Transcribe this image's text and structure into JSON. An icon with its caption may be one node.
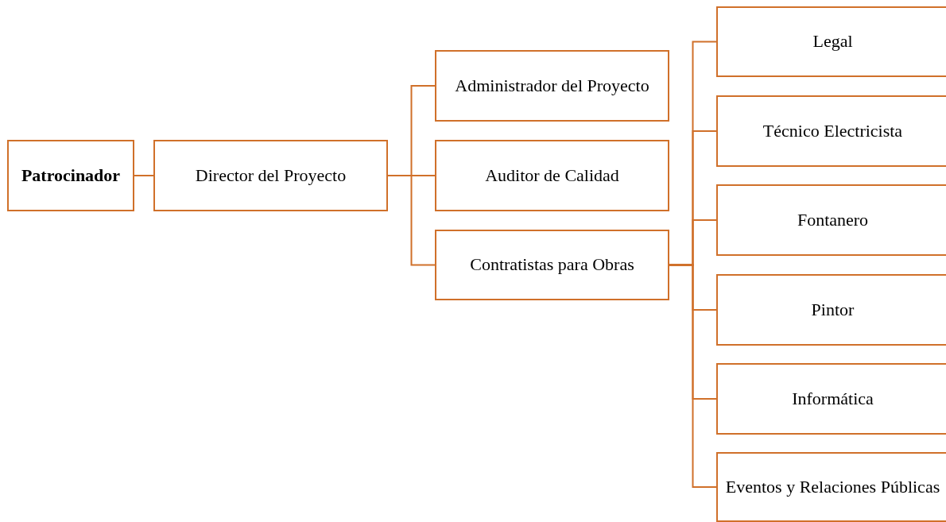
{
  "diagram": {
    "nodes": [
      {
        "text": [
          "Patrocinador"
        ]
      },
      {
        "text": [
          "Director del Proyecto"
        ]
      },
      {
        "text": [
          "Administrador del Proyecto"
        ]
      },
      {
        "text": [
          "Auditor de Calidad"
        ]
      },
      {
        "text": [
          "Contratistas para Obras"
        ]
      },
      {
        "text": [
          "Legal"
        ]
      },
      {
        "text": [
          "Técnico Electricista"
        ]
      },
      {
        "text": [
          "Fontanero"
        ]
      },
      {
        "text": [
          "Pintor"
        ]
      },
      {
        "text": [
          "Informática"
        ]
      },
      {
        "text": [
          "Eventos y Relaciones Públicas"
        ]
      }
    ],
    "edges": [
      {
        "from": 0,
        "to": 1,
        "arrow": "none"
      },
      {
        "from": 1,
        "to": 2,
        "arrow": "none"
      },
      {
        "from": 1,
        "to": 3,
        "arrow": "none"
      },
      {
        "from": 1,
        "to": 4,
        "arrow": "none"
      },
      {
        "from": 4,
        "to": 5,
        "arrow": "none"
      },
      {
        "from": 4,
        "to": 6,
        "arrow": "none"
      },
      {
        "from": 4,
        "to": 7,
        "arrow": "none"
      },
      {
        "from": 4,
        "to": 8,
        "arrow": "none"
      },
      {
        "from": 4,
        "to": 9,
        "arrow": "none"
      },
      {
        "from": 4,
        "to": 10,
        "arrow": "none"
      }
    ]
  }
}
